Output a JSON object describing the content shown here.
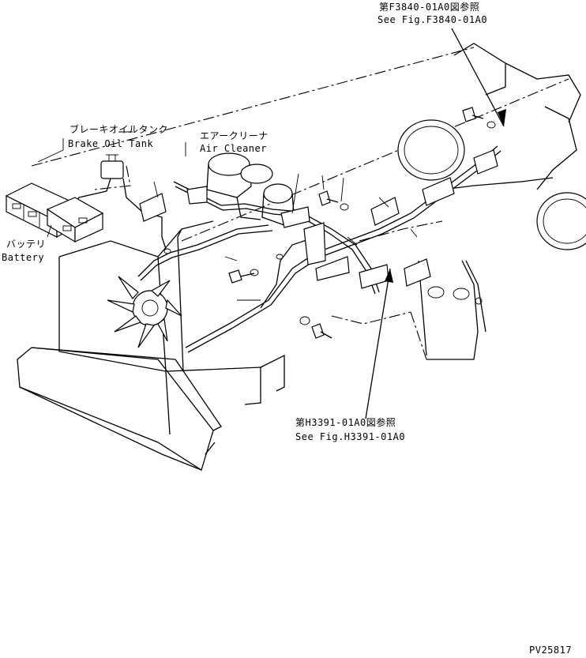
{
  "labels": {
    "ref_top_jp": "第F3840-01A0図参照",
    "ref_top_en": "See Fig.F3840-01A0",
    "brake_tank_jp": "ブレーキオイルタンク",
    "brake_tank_en": "Brake Oil Tank",
    "air_cleaner_jp": "エアークリーナ",
    "air_cleaner_en": "Air Cleaner",
    "battery_jp": "バッテリ",
    "battery_en": "Battery",
    "ref_bottom_jp": "第H3391-01A0図参照",
    "ref_bottom_en": "See Fig.H3391-01A0",
    "drawing_id": "PV25817"
  },
  "icons": [
    "arrow-icon",
    "bolt-icon",
    "washer-icon",
    "clamp-icon"
  ],
  "colors": {
    "line": "#000000",
    "background": "#ffffff"
  }
}
